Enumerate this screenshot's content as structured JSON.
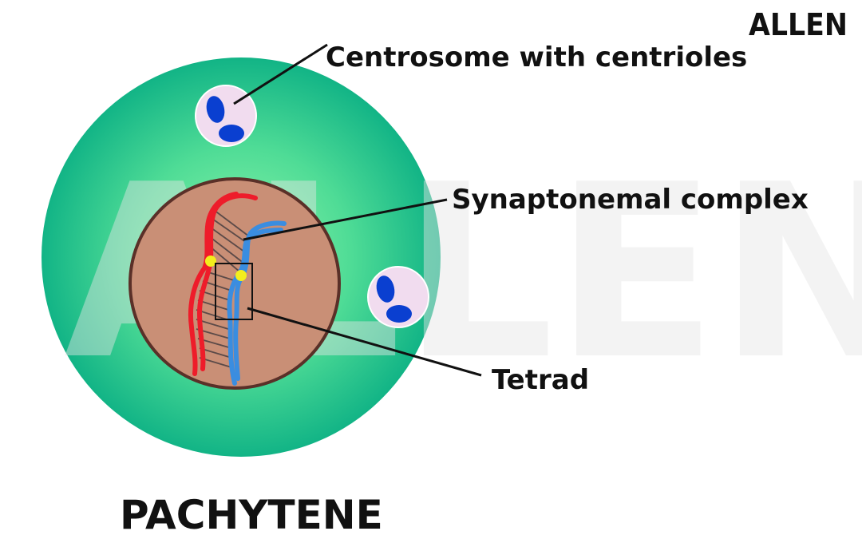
{
  "brand": {
    "logo_text": "ALLEN"
  },
  "title": "PACHYTENE",
  "labels": {
    "centrosome": "Centrosome with centrioles",
    "synaptonemal": "Synaptonemal complex",
    "tetrad": "Tetrad"
  },
  "colors": {
    "cytoplasm_edge": "#12b486",
    "cytoplasm_center": "#7ff0a6",
    "nucleus_fill": "#c98f76",
    "nucleus_border": "#5a3028",
    "chromosome_red": "#ee1c2a",
    "chromosome_blue": "#3a8de0",
    "chiasma": "#f3ee1c",
    "centrosome_fill": "#f1dcef",
    "centriole": "#0a3fd0"
  }
}
